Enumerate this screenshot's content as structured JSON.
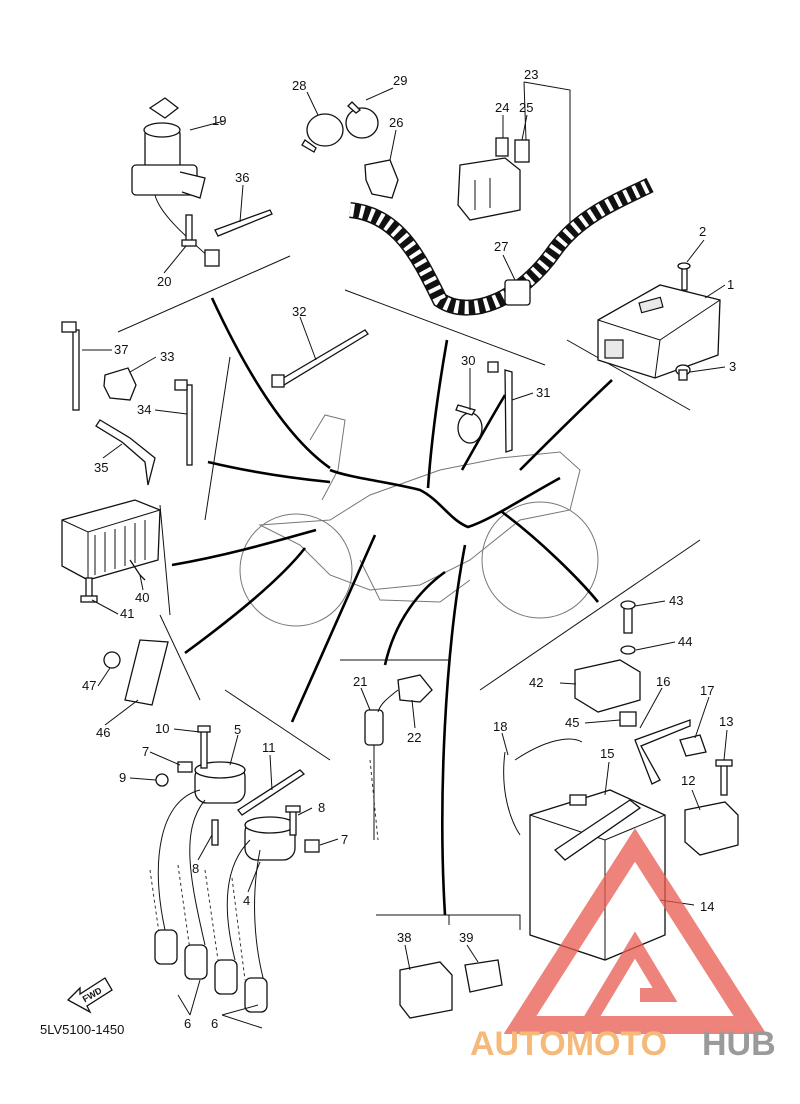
{
  "diagram_code": "5LV5100-1450",
  "direction_badge": "FWD",
  "watermark": {
    "left": "AUTOMOTO",
    "right": "HUB",
    "accent": "#e85a4f",
    "left_color": "#f5b97a",
    "right_color": "#9a9a9a"
  },
  "callouts": [
    {
      "id": "c1",
      "text": "1"
    },
    {
      "id": "c2",
      "text": "2"
    },
    {
      "id": "c3",
      "text": "3"
    },
    {
      "id": "c4",
      "text": "4"
    },
    {
      "id": "c5",
      "text": "5"
    },
    {
      "id": "c6a",
      "text": "6"
    },
    {
      "id": "c6b",
      "text": "6"
    },
    {
      "id": "c7a",
      "text": "7"
    },
    {
      "id": "c7b",
      "text": "7"
    },
    {
      "id": "c8a",
      "text": "8"
    },
    {
      "id": "c8b",
      "text": "8"
    },
    {
      "id": "c9",
      "text": "9"
    },
    {
      "id": "c10",
      "text": "10"
    },
    {
      "id": "c11",
      "text": "11"
    },
    {
      "id": "c12",
      "text": "12"
    },
    {
      "id": "c13",
      "text": "13"
    },
    {
      "id": "c14",
      "text": "14"
    },
    {
      "id": "c15",
      "text": "15"
    },
    {
      "id": "c16",
      "text": "16"
    },
    {
      "id": "c17",
      "text": "17"
    },
    {
      "id": "c18",
      "text": "18"
    },
    {
      "id": "c19",
      "text": "19"
    },
    {
      "id": "c20",
      "text": "20"
    },
    {
      "id": "c21",
      "text": "21"
    },
    {
      "id": "c22",
      "text": "22"
    },
    {
      "id": "c23",
      "text": "23"
    },
    {
      "id": "c24",
      "text": "24"
    },
    {
      "id": "c25",
      "text": "25"
    },
    {
      "id": "c26",
      "text": "26"
    },
    {
      "id": "c27",
      "text": "27"
    },
    {
      "id": "c28",
      "text": "28"
    },
    {
      "id": "c29",
      "text": "29"
    },
    {
      "id": "c30",
      "text": "30"
    },
    {
      "id": "c31",
      "text": "31"
    },
    {
      "id": "c32",
      "text": "32"
    },
    {
      "id": "c33",
      "text": "33"
    },
    {
      "id": "c34",
      "text": "34"
    },
    {
      "id": "c35",
      "text": "35"
    },
    {
      "id": "c36",
      "text": "36"
    },
    {
      "id": "c37",
      "text": "37"
    },
    {
      "id": "c38",
      "text": "38"
    },
    {
      "id": "c39",
      "text": "39"
    },
    {
      "id": "c40",
      "text": "40"
    },
    {
      "id": "c41",
      "text": "41"
    },
    {
      "id": "c42",
      "text": "42"
    },
    {
      "id": "c43",
      "text": "43"
    },
    {
      "id": "c44",
      "text": "44"
    },
    {
      "id": "c45",
      "text": "45"
    },
    {
      "id": "c46",
      "text": "46"
    },
    {
      "id": "c47",
      "text": "47"
    }
  ]
}
